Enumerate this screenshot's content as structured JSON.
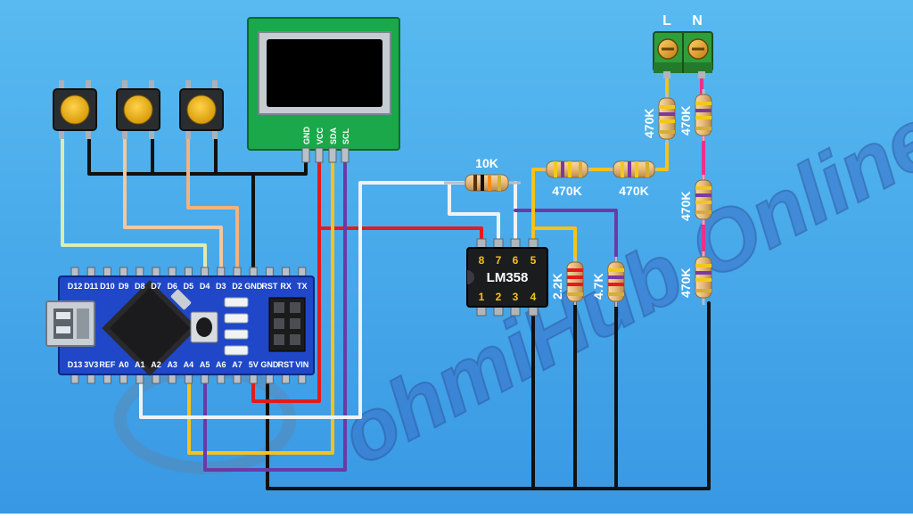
{
  "colors": {
    "background_top": "#56b7ee",
    "background_bottom": "#3a9de6",
    "board": "#1f47c8",
    "oled_pcb": "#1aa84a",
    "terminal": "#2f9e3a",
    "wire_black": "#111111",
    "wire_red": "#e21c1c",
    "wire_yellow": "#f6c21a",
    "wire_purple": "#6a3aa6",
    "wire_white": "#eef2f6",
    "wire_pink": "#e8328c",
    "wire_lightgreen": "#dcecb0",
    "wire_peach": "#f2c7a0",
    "wire_orange": "#f4b27c"
  },
  "watermark": "ohmiHub Online",
  "terminal": {
    "l_label": "L",
    "n_label": "N"
  },
  "oled": {
    "pins": [
      "GND",
      "VCC",
      "SDA",
      "SCL"
    ]
  },
  "opamp": {
    "name": "LM358",
    "top_pins": [
      "8",
      "7",
      "6",
      "5"
    ],
    "bottom_pins": [
      "1",
      "2",
      "3",
      "4"
    ]
  },
  "resistors": {
    "r10k": "10K",
    "r470k_h1": "470K",
    "r470k_h2": "470K",
    "r470k_vl": "470K",
    "r470k_vn1": "470K",
    "r470k_vn2": "470K",
    "r470k_vn3": "470K",
    "r2k2": "2.2K",
    "r4k7": "4.7K"
  },
  "nano": {
    "top_pins": [
      "D12",
      "D11",
      "D10",
      "D9",
      "D8",
      "D7",
      "D6",
      "D5",
      "D4",
      "D3",
      "D2",
      "GND",
      "RST",
      "RX",
      "TX"
    ],
    "bottom_pins": [
      "D13",
      "3V3",
      "REF",
      "A0",
      "A1",
      "A2",
      "A3",
      "A4",
      "A5",
      "A6",
      "A7",
      "5V",
      "GND",
      "RST",
      "VIN"
    ]
  }
}
